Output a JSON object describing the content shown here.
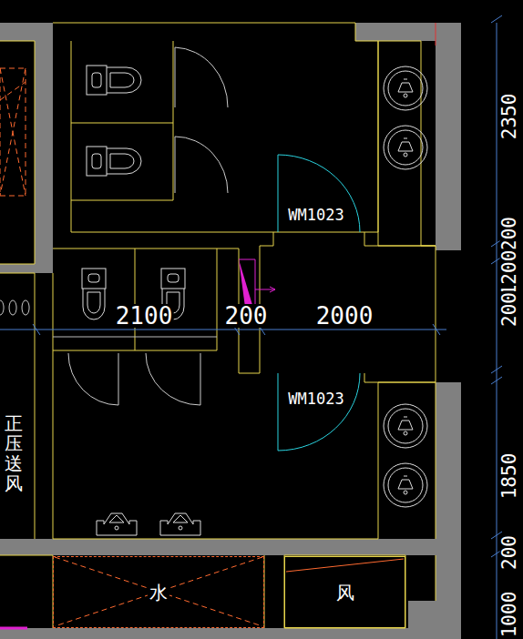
{
  "diagram": {
    "nodes": [
      {
        "text": [
          "水"
        ]
      },
      {
        "text": [
          "风"
        ]
      }
    ],
    "labels": [
      "WM1023",
      "WM1023",
      "2100",
      "200",
      "2000",
      "2350",
      "200",
      "1200",
      "200",
      "1850",
      "200",
      "1000",
      "正压送风"
    ]
  }
}
